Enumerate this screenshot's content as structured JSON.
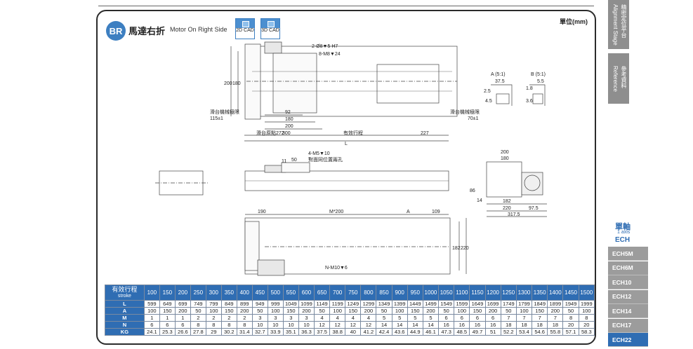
{
  "header": {
    "badge": "BR",
    "title_cn": "馬達右折",
    "title_en": "Motor On Right Side",
    "cad_2d": "2D CAD",
    "cad_3d": "3D CAD",
    "unit": "單位(mm)"
  },
  "drawing_labels": {
    "hole1": "2-Ø8▼5 H7",
    "hole2": "8-M8▼24",
    "dim_200": "200",
    "dim_180": "180",
    "dim_92": "92",
    "dim_180b": "180",
    "dim_200b": "200",
    "dim_300": "300",
    "limit_left": "滑台機械極限",
    "limit_left_val": "115±1",
    "limit_right": "滑台機械極限",
    "limit_right_val": "70±1",
    "origin": "滑台原點272",
    "stroke": "有效行程",
    "dim_227": "227",
    "dim_L": "L",
    "detail_a": "A (5:1)",
    "detail_a_375": "37.5",
    "detail_a_25": "2.5",
    "detail_a_45": "4.5",
    "detail_b": "B (5:1)",
    "detail_b_55": "5.5",
    "detail_b_18": "1.8",
    "detail_b_36": "3.6",
    "mid_hole": "4-M5▼10",
    "mid_note": "對面同位置兩孔",
    "mid_11": "11",
    "mid_50": "50",
    "end_200": "200",
    "end_180": "180",
    "end_86": "86",
    "end_14": "14",
    "end_182": "182",
    "end_220": "220",
    "end_975": "97.5",
    "end_3175": "317.5",
    "bot_190": "190",
    "bot_m200": "M*200",
    "bot_A": "A",
    "bot_109": "109",
    "bot_182": "182",
    "bot_220": "220",
    "bot_nhole": "N-M10▼6"
  },
  "table": {
    "stroke_cn": "有效行程",
    "stroke_en": "stroke",
    "strokes": [
      "100",
      "150",
      "200",
      "250",
      "300",
      "350",
      "400",
      "450",
      "500",
      "550",
      "600",
      "650",
      "700",
      "750",
      "800",
      "850",
      "900",
      "950",
      "1000",
      "1050",
      "1100",
      "1150",
      "1200",
      "1250",
      "1300",
      "1350",
      "1400",
      "1450",
      "1500"
    ],
    "rows": [
      {
        "label": "L",
        "values": [
          "599",
          "649",
          "699",
          "749",
          "799",
          "849",
          "899",
          "949",
          "999",
          "1049",
          "1099",
          "1149",
          "1199",
          "1249",
          "1299",
          "1349",
          "1399",
          "1449",
          "1499",
          "1549",
          "1599",
          "1649",
          "1699",
          "1749",
          "1799",
          "1849",
          "1899",
          "1949",
          "1999"
        ]
      },
      {
        "label": "A",
        "values": [
          "100",
          "150",
          "200",
          "50",
          "100",
          "150",
          "200",
          "50",
          "100",
          "150",
          "200",
          "50",
          "100",
          "150",
          "200",
          "50",
          "100",
          "150",
          "200",
          "50",
          "100",
          "150",
          "200",
          "50",
          "100",
          "150",
          "200",
          "50",
          "100"
        ]
      },
      {
        "label": "M",
        "values": [
          "1",
          "1",
          "1",
          "2",
          "2",
          "2",
          "2",
          "3",
          "3",
          "3",
          "3",
          "4",
          "4",
          "4",
          "4",
          "5",
          "5",
          "5",
          "5",
          "6",
          "6",
          "6",
          "6",
          "7",
          "7",
          "7",
          "7",
          "8",
          "8"
        ]
      },
      {
        "label": "N",
        "values": [
          "6",
          "6",
          "6",
          "8",
          "8",
          "8",
          "8",
          "10",
          "10",
          "10",
          "10",
          "12",
          "12",
          "12",
          "12",
          "14",
          "14",
          "14",
          "14",
          "16",
          "16",
          "16",
          "16",
          "18",
          "18",
          "18",
          "18",
          "20",
          "20"
        ]
      },
      {
        "label": "KG",
        "values": [
          "24.1",
          "25.3",
          "26.6",
          "27.8",
          "29",
          "30.2",
          "31.4",
          "32.7",
          "33.9",
          "35.1",
          "36.3",
          "37.5",
          "38.8",
          "40",
          "41.2",
          "42.4",
          "43.6",
          "44.9",
          "46.1",
          "47.3",
          "48.5",
          "49.7",
          "51",
          "52.2",
          "53.4",
          "54.6",
          "55.8",
          "57.1",
          "58.3"
        ]
      }
    ]
  },
  "sidebar": {
    "tab1_cn": "精密定位平台",
    "tab1_en": "Alignment Stage",
    "tab2_cn": "參考資料",
    "tab2_en": "Reference",
    "axis_cn": "單軸",
    "axis_en": "1 axis",
    "axis_code": "ECH",
    "models": [
      "ECH5M",
      "ECH6M",
      "ECH10",
      "ECH12",
      "ECH14",
      "ECH17",
      "ECH22"
    ],
    "active_model": "ECH22"
  },
  "colors": {
    "accent": "#2f6db3",
    "sidebar_gray": "#9c9c9c"
  }
}
